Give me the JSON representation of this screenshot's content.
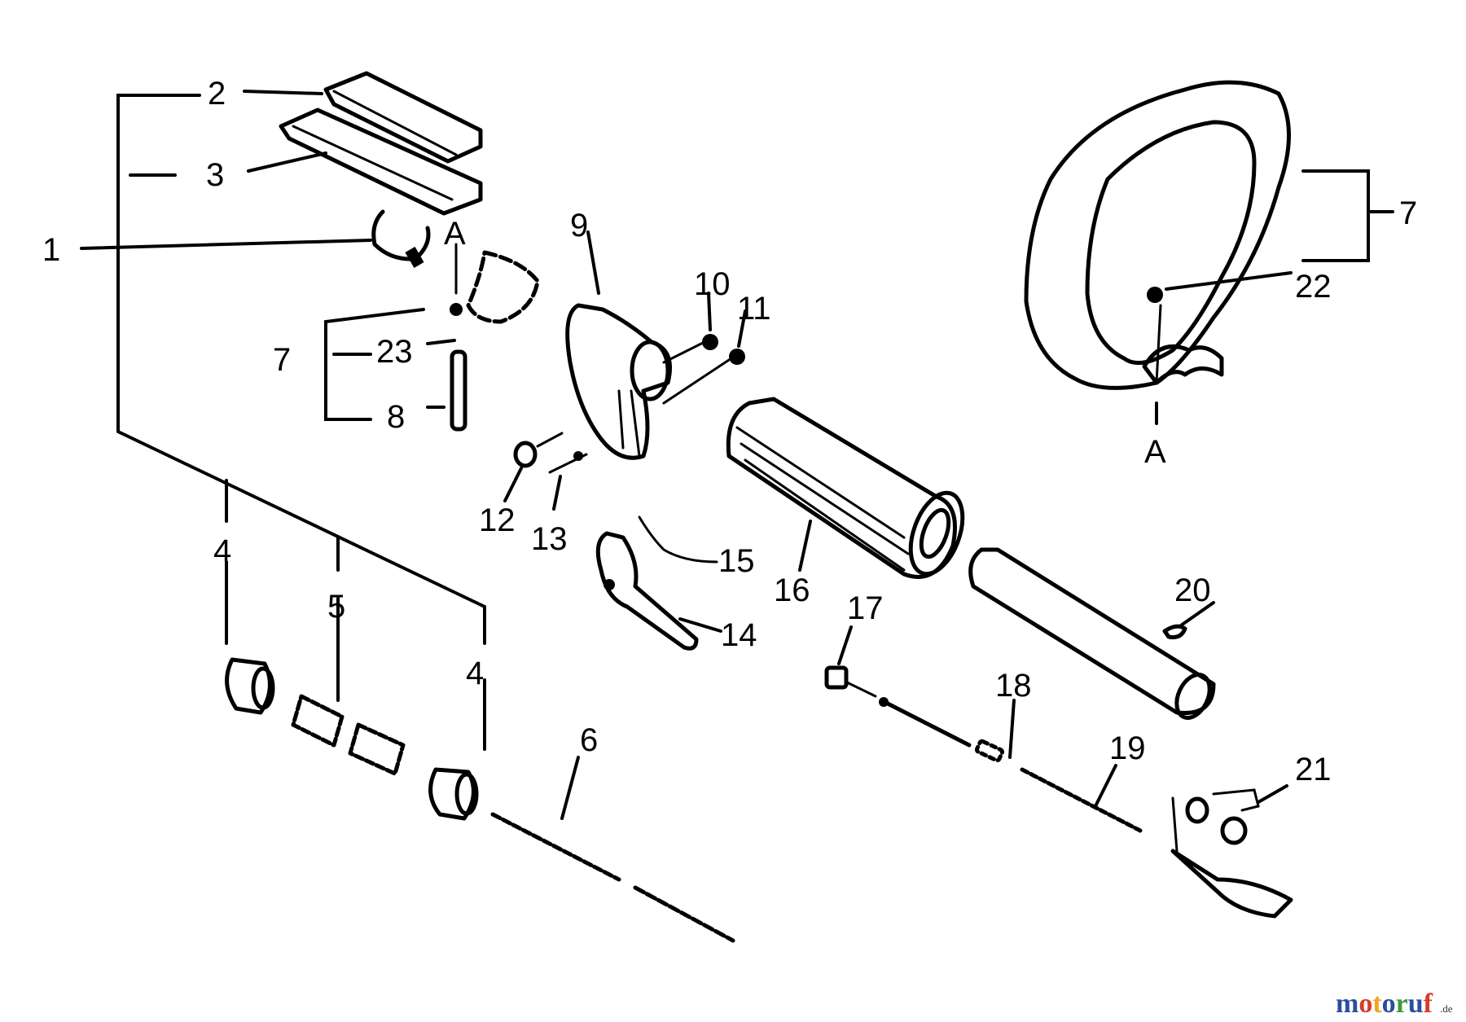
{
  "callouts": {
    "c1": "1",
    "c2": "2",
    "c3": "3",
    "c4a": "4",
    "c4b": "4",
    "c5": "5",
    "c6": "6",
    "c7a": "7",
    "c7b": "7",
    "c8": "8",
    "c9": "9",
    "c10": "10",
    "c11": "11",
    "c12": "12",
    "c13": "13",
    "c14": "14",
    "c15": "15",
    "c16": "16",
    "c17": "17",
    "c18": "18",
    "c19": "19",
    "c20": "20",
    "c21": "21",
    "c22": "22",
    "c23": "23",
    "cAa": "A",
    "cAb": "A"
  },
  "watermark": {
    "letters": [
      "m",
      "o",
      "t",
      "o",
      "r",
      "u",
      "f"
    ],
    "colors": [
      "#2a4f9c",
      "#d83a2a",
      "#f0a51c",
      "#2a4f9c",
      "#3c9b3c",
      "#2a4f9c",
      "#d83a2a"
    ],
    "suffix": ".de"
  }
}
